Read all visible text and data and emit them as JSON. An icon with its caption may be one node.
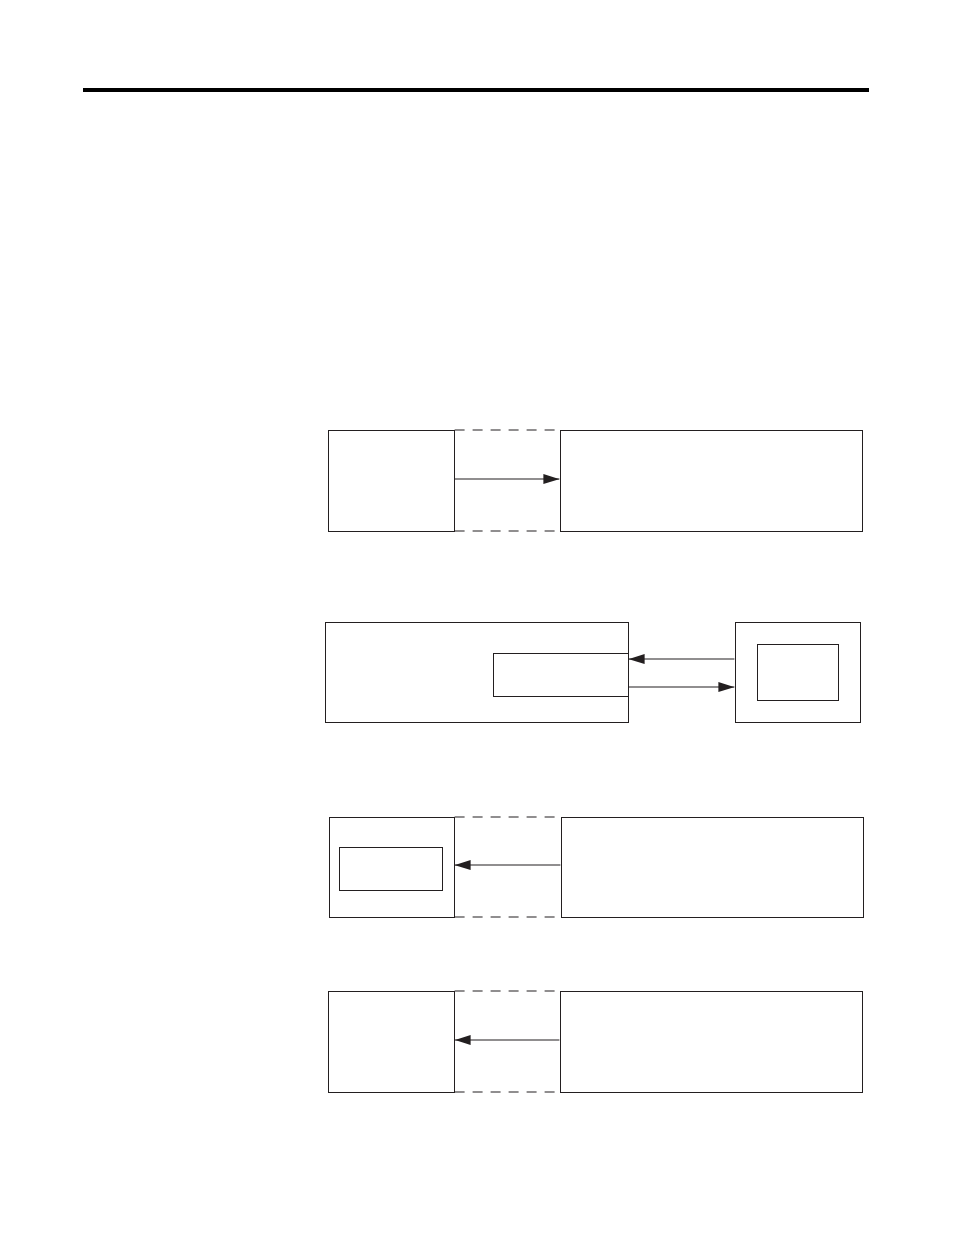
{
  "diagram": {
    "nodes": [
      {
        "text": [],
        "shape": "box"
      },
      {
        "text": [],
        "shape": "box"
      },
      {
        "text": [],
        "shape": "box"
      },
      {
        "text": [],
        "shape": "box",
        "in": 2
      },
      {
        "text": [],
        "shape": "box"
      },
      {
        "text": [],
        "shape": "box",
        "in": 4
      },
      {
        "text": [],
        "shape": "box"
      },
      {
        "text": [],
        "shape": "box",
        "in": 6
      },
      {
        "text": [],
        "shape": "box"
      },
      {
        "text": [],
        "shape": "box"
      },
      {
        "text": [],
        "shape": "box"
      }
    ],
    "edges": [
      {
        "from": 0,
        "to": 1,
        "arrow": "to"
      },
      {
        "from": 4,
        "to": 3,
        "arrow": "to"
      },
      {
        "from": 3,
        "to": 4,
        "arrow": "to"
      },
      {
        "from": 8,
        "to": 6,
        "arrow": "to"
      },
      {
        "from": 10,
        "to": 9,
        "arrow": "to"
      },
      {
        "from": 0,
        "to": 1,
        "arrow": "none",
        "style": "dashed"
      },
      {
        "from": 0,
        "to": 1,
        "arrow": "none",
        "style": "dashed"
      },
      {
        "from": 6,
        "to": 8,
        "arrow": "none",
        "style": "dashed"
      },
      {
        "from": 6,
        "to": 8,
        "arrow": "none",
        "style": "dashed"
      },
      {
        "from": 9,
        "to": 10,
        "arrow": "none",
        "style": "dashed"
      },
      {
        "from": 9,
        "to": 10,
        "arrow": "none",
        "style": "dashed"
      }
    ]
  }
}
